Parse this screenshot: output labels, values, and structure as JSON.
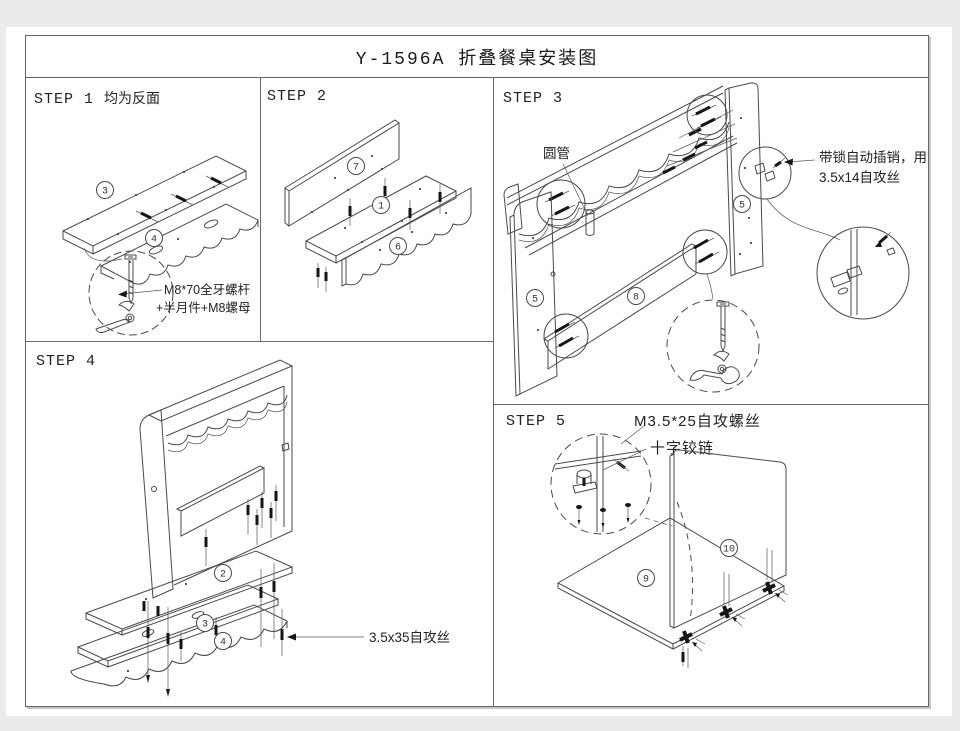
{
  "page": {
    "title": "Y-1596A 折叠餐桌安装图"
  },
  "colors": {
    "background": "#ebebee",
    "paper": "#ffffff",
    "line": "#4a4a4a",
    "hardware": "#161616"
  },
  "steps": {
    "step1": {
      "label": "STEP 1",
      "note": "均为反面",
      "callout_line1": "M8*70全牙螺杆",
      "callout_line2": "+半月件+M8螺母",
      "parts": {
        "p3": "3",
        "p4": "4"
      }
    },
    "step2": {
      "label": "STEP 2",
      "parts": {
        "p7": "7",
        "p1": "1",
        "p6": "6"
      }
    },
    "step3": {
      "label": "STEP 3",
      "tube_label": "圆管",
      "callout_line1": "带锁自动插销，用",
      "callout_line2": "3.5x14自攻丝",
      "parts": {
        "left5": "5",
        "right5": "5",
        "p8": "8"
      }
    },
    "step4": {
      "label": "STEP 4",
      "callout": "3.5x35自攻丝",
      "parts": {
        "p2": "2",
        "p3": "3",
        "p4": "4"
      }
    },
    "step5": {
      "label": "STEP 5",
      "callout_screw": "M3.5*25自攻螺丝",
      "callout_hinge": "十字铰链",
      "parts": {
        "p9": "9",
        "p10": "10"
      }
    }
  }
}
